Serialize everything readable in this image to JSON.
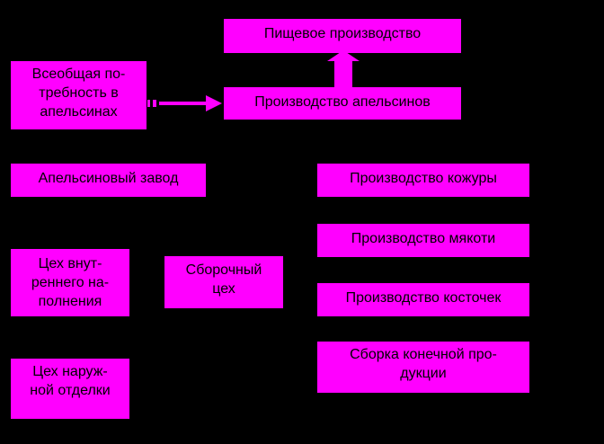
{
  "colors": {
    "background": "#000000",
    "box_fill": "#ff00ff",
    "text": "#000000"
  },
  "boxes": {
    "food_industry": "Пищевое производство",
    "universal_demand": "Всеобщая по-\nтребность в\nапельсинах",
    "orange_production": "Производство апельсинов",
    "orange_factory": "Апельсиновый завод",
    "peel_production": "Производство кожуры",
    "pulp_production": "Производство мякоти",
    "inner_filling_shop": "Цех внут-\nреннего на-\nполнения",
    "assembly_shop": "Сборочный\nцех",
    "seed_production": "Производство косточек",
    "outer_finish_shop": "Цех наруж-\nной отделки",
    "final_assembly": "Сборка конечной про-\nдукции"
  }
}
